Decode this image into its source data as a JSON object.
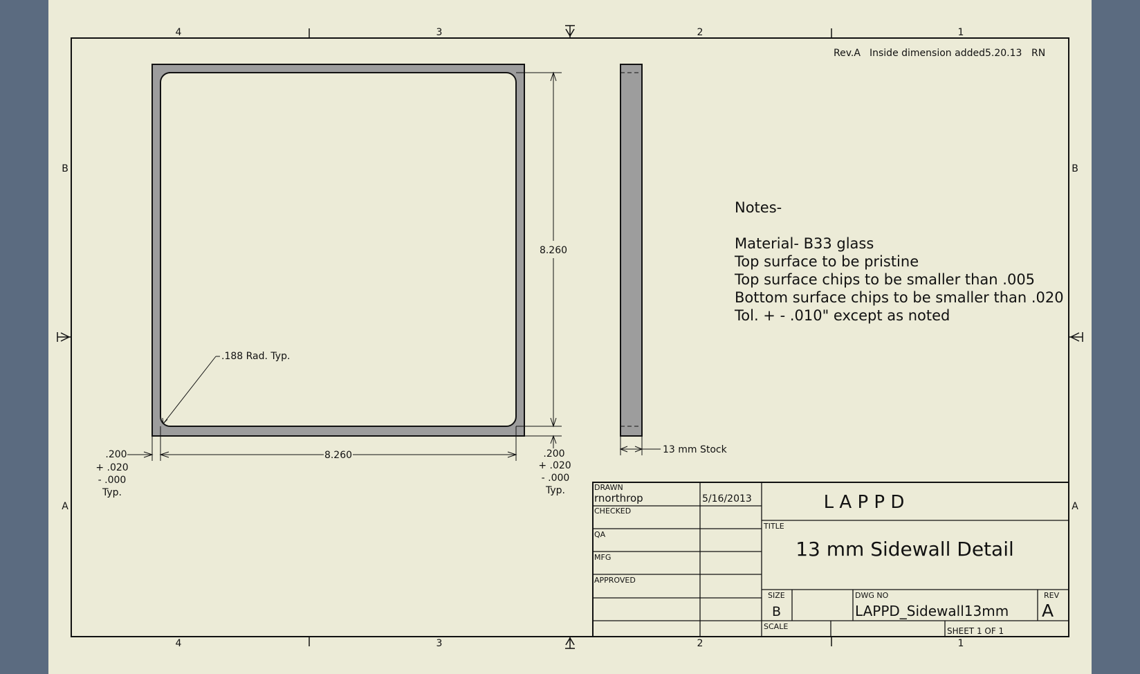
{
  "revision_note": {
    "rev": "Rev.A",
    "text": "Inside dimension added",
    "date": "5.20.13",
    "by": "RN"
  },
  "zones": {
    "columns": [
      "4",
      "3",
      "2",
      "1"
    ],
    "rows": [
      "B",
      "A"
    ]
  },
  "dimensions": {
    "height": "8.260",
    "width": "8.260",
    "radius_callout": ".188 Rad.  Typ.",
    "wall_left": [
      ".200",
      "+ .020",
      "- .000",
      "Typ."
    ],
    "wall_right": [
      ".200",
      "+ .020",
      "- .000",
      "Typ."
    ],
    "stock": "13 mm  Stock"
  },
  "notes": {
    "heading": "Notes-",
    "lines": [
      "Material-  B33 glass",
      "Top surface to be pristine",
      "Top surface chips to be smaller than .005",
      "Bottom surface chips to be smaller than .020",
      "Tol.  + -  .010\" except as noted"
    ]
  },
  "title_block": {
    "drawn_label": "DRAWN",
    "drawn_by": "rnorthrop",
    "drawn_date": "5/16/2013",
    "checked_label": "CHECKED",
    "qa_label": "QA",
    "mfg_label": "MFG",
    "approved_label": "APPROVED",
    "company": "L A P P D",
    "title_label": "TITLE",
    "title": "13 mm  Sidewall Detail",
    "size_label": "SIZE",
    "size": "B",
    "dwg_no_label": "DWG NO",
    "dwg_no": "LAPPD_Sidewall13mm",
    "rev_label": "REV",
    "rev": "A",
    "scale_label": "SCALE",
    "sheet_label": "SHEET 1  OF 1"
  },
  "colors": {
    "background": "#5b6b80",
    "paper": "#ecebd7",
    "part_fill": "#9d9d9d",
    "line": "#111111"
  }
}
